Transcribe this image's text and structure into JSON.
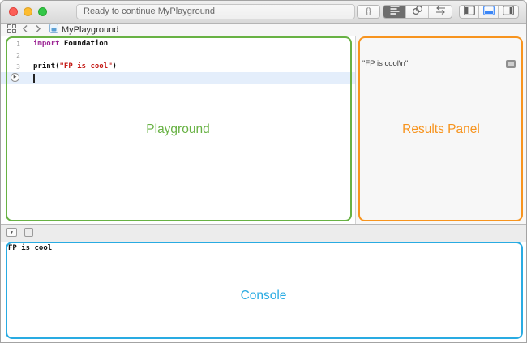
{
  "titlebar": {
    "status_text": "Ready to continue MyPlayground",
    "traffic_lights": [
      {
        "name": "close",
        "color": "#fc5f57"
      },
      {
        "name": "minimize",
        "color": "#fdbc2f"
      },
      {
        "name": "zoom",
        "color": "#33c748"
      }
    ],
    "library_button_label": "{}",
    "editor_mode_segments": [
      {
        "name": "standard-editor",
        "icon": "text-lines-icon",
        "selected": true
      },
      {
        "name": "assistant-editor",
        "icon": "interlocking-circles-icon",
        "selected": false
      },
      {
        "name": "version-editor",
        "icon": "left-right-arrows-icon",
        "selected": false
      }
    ],
    "panel_toggles": [
      {
        "name": "navigator-panel",
        "icon": "left-panel-icon",
        "active": false
      },
      {
        "name": "debug-area",
        "icon": "bottom-panel-icon",
        "active": true
      },
      {
        "name": "inspectors-panel",
        "icon": "right-panel-icon",
        "active": false
      }
    ]
  },
  "jump_bar": {
    "related_items_icon": "grid-icon",
    "back_icon": "chevron-left-icon",
    "forward_icon": "chevron-right-icon",
    "file_icon": "playground-file-icon",
    "file_name": "MyPlayground"
  },
  "editor": {
    "annotation_label": "Playground",
    "run_icon": "play-circle-icon",
    "run_glyph": "▶",
    "lines": [
      {
        "number": "1",
        "tokens": [
          {
            "text": "import",
            "type": "keyword"
          },
          {
            "text": " Foundation",
            "type": "plain"
          }
        ]
      },
      {
        "number": "2",
        "tokens": []
      },
      {
        "number": "3",
        "tokens": [
          {
            "text": "print(",
            "type": "plain"
          },
          {
            "text": "\"FP is cool\"",
            "type": "string"
          },
          {
            "text": ")",
            "type": "plain"
          }
        ]
      }
    ]
  },
  "results_panel": {
    "annotation_label": "Results Panel",
    "result_value": "\"FP is cool\\n\"",
    "show_result_icon": "show-result-square-icon"
  },
  "debug_bar": {
    "buttons": [
      {
        "name": "hide-debug-area",
        "icon": "panel-collapse-icon",
        "glyph": "▼"
      },
      {
        "name": "clear-console",
        "icon": "empty-square-icon"
      }
    ]
  },
  "console": {
    "annotation_label": "Console",
    "output": "FP is cool"
  },
  "colors": {
    "playground_annotation": "#68b244",
    "results_annotation": "#f7941e",
    "console_annotation": "#29abe2",
    "keyword": "#9b2393",
    "string_literal": "#c41a16",
    "current_line_highlight": "#e4eefb",
    "active_panel_blue": "#3b86f7",
    "selected_segment": "#6e6e6e"
  }
}
